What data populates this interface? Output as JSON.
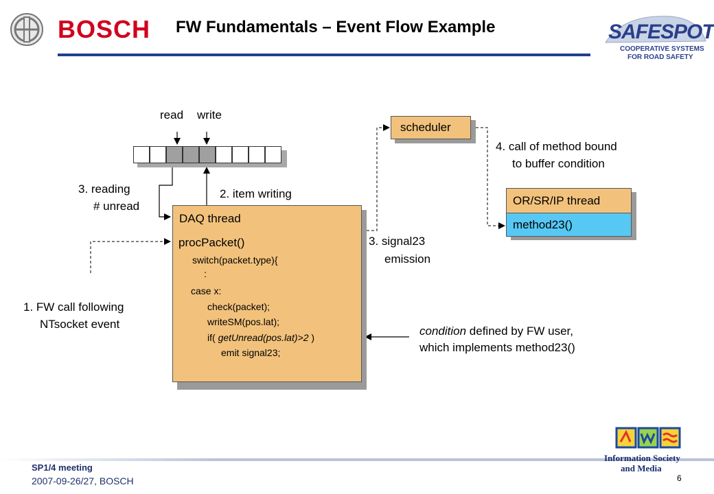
{
  "header": {
    "brand": "BOSCH",
    "title": "FW Fundamentals – Event Flow Example",
    "partner_logo": {
      "main": "SAFESPOT",
      "sub1": "COOPERATIVE SYSTEMS",
      "sub2": "FOR ROAD SAFETY"
    }
  },
  "diagram": {
    "read_label": "read",
    "write_label": "write",
    "buffer": {
      "cells": 9,
      "filled": [
        2,
        3,
        4
      ]
    },
    "reading_line1": "3. reading",
    "reading_line2": "# unread",
    "item_writing": "2. item writing",
    "daq": {
      "title": "DAQ thread",
      "proc": "procPacket()",
      "code": [
        "switch(packet.type){",
        ":",
        "case x:",
        "check(packet);",
        "writeSM(pos.lat);",
        "if( ",
        "emit signal23;"
      ],
      "cond_italic": "getUnread(pos.lat)>2",
      "cond_close": " )"
    },
    "scheduler": "scheduler",
    "call_line1": "4. call of method bound",
    "call_line2": "to buffer condition",
    "thread": {
      "title": "OR/SR/IP thread",
      "method": "method23()"
    },
    "signal_line1": "3. signal23",
    "signal_line2": "emission",
    "fw_line1": "1. FW call following",
    "fw_line2": "NTsocket event",
    "condition_italic": "condition",
    "condition_rest": " defined by FW user,",
    "condition_line2": "which implements method23()"
  },
  "footer": {
    "meeting": "SP1/4 meeting",
    "date": "2007-09-26/27, BOSCH",
    "page": "6",
    "logo_line1": "Information Society",
    "logo_line2": "and Media"
  },
  "colors": {
    "box": "#f2c27c",
    "method": "#56c8f3",
    "bosch_red": "#d2001e",
    "header_line": "#1f3f8f"
  }
}
